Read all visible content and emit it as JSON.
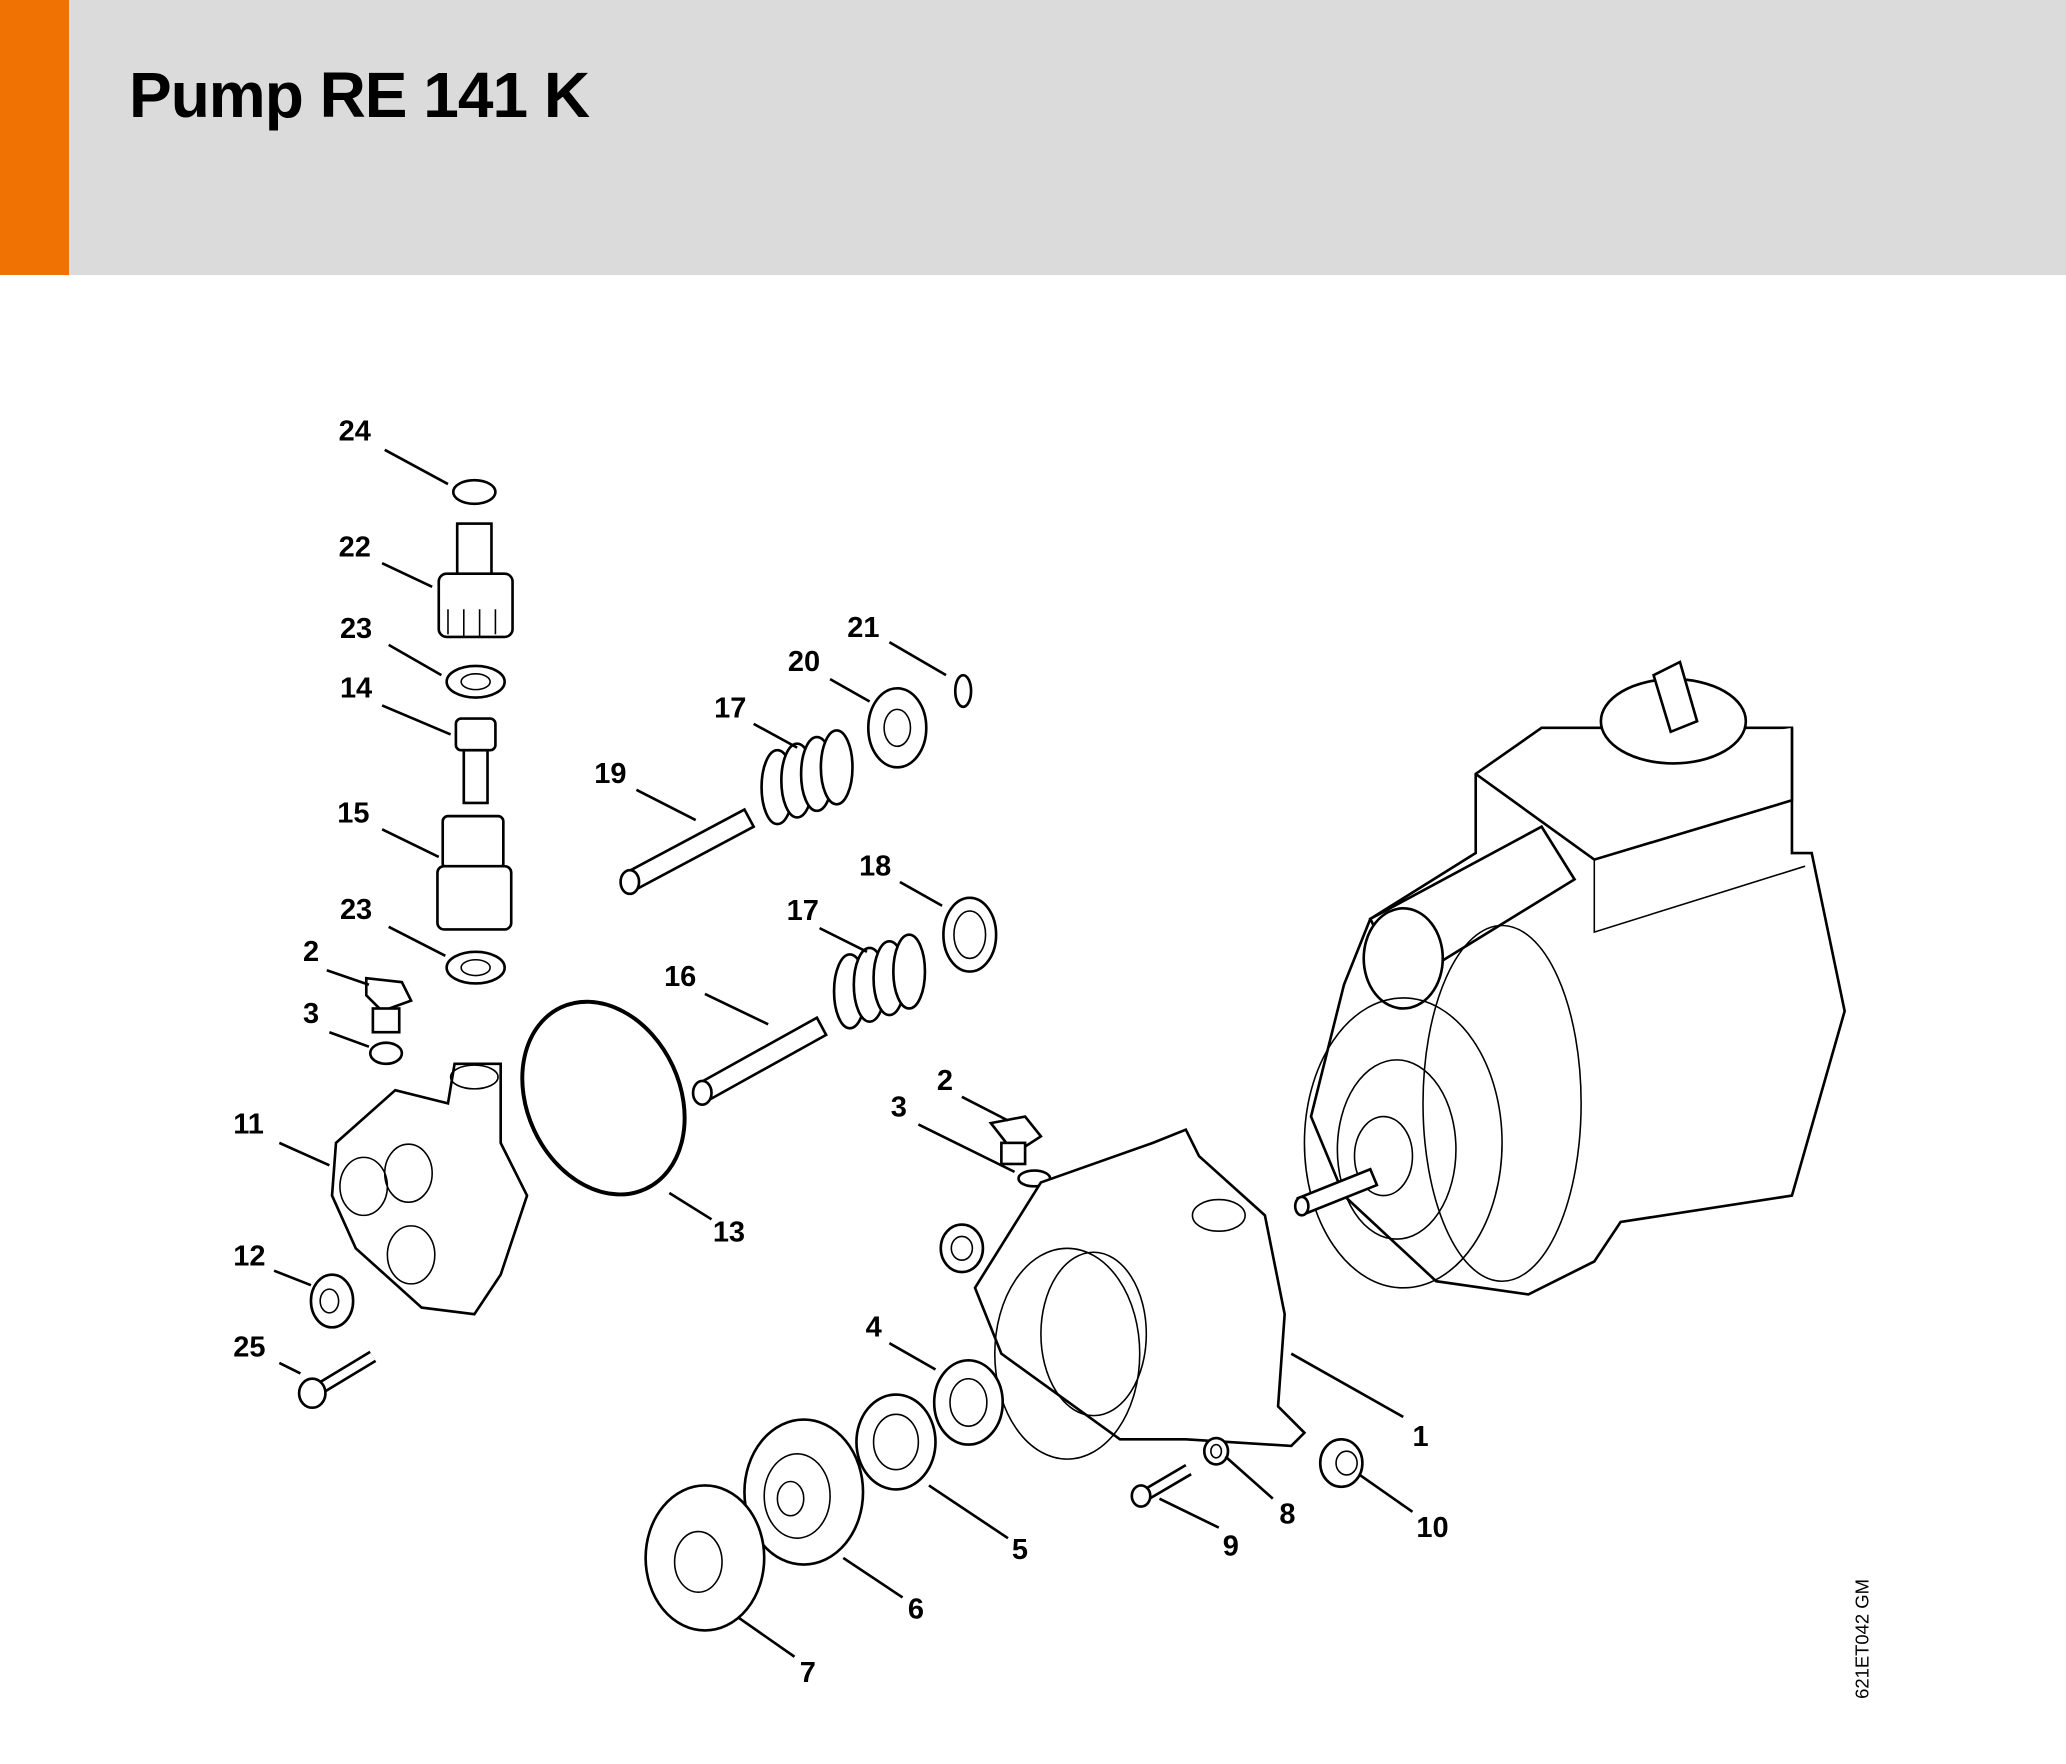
{
  "header": {
    "title": "Pump RE 141 K",
    "accent_color": "#ef7203",
    "background_color": "#dadbda"
  },
  "diagram": {
    "reference_code": "621ET042 GM",
    "callouts": [
      "24",
      "22",
      "23",
      "14",
      "15",
      "23",
      "2",
      "3",
      "11",
      "12",
      "25",
      "19",
      "17",
      "20",
      "21",
      "18",
      "17",
      "16",
      "13",
      "2",
      "3",
      "4",
      "1",
      "5",
      "6",
      "7",
      "9",
      "8",
      "10"
    ]
  }
}
